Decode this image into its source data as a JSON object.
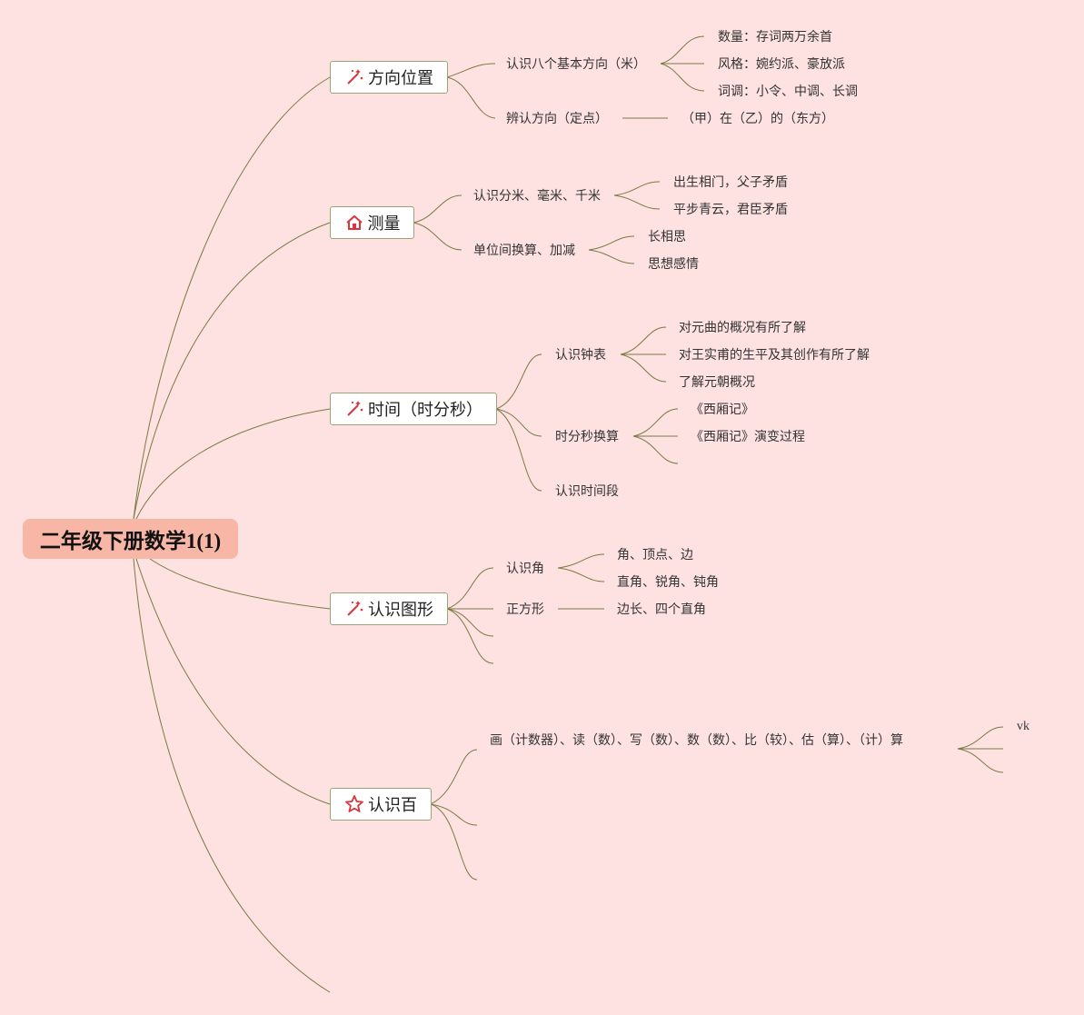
{
  "root": "二年级下册数学1(1)",
  "branches": [
    {
      "label": "方向位置",
      "icon": "magic-wand-icon",
      "children": [
        {
          "label": "认识八个基本方向（米）",
          "children": [
            "数量：存词两万余首",
            "风格：婉约派、豪放派",
            "词调：小令、中调、长调"
          ]
        },
        {
          "label": "辨认方向（定点）",
          "children": [
            "（甲）在（乙）的（东方）"
          ]
        }
      ]
    },
    {
      "label": "测量",
      "icon": "house-icon",
      "children": [
        {
          "label": "认识分米、毫米、千米",
          "children": [
            "出生相门，父子矛盾",
            "平步青云，君臣矛盾"
          ]
        },
        {
          "label": "单位间换算、加减",
          "children": [
            "长相思",
            "思想感情"
          ]
        }
      ]
    },
    {
      "label": "时间（时分秒）",
      "icon": "magic-wand-icon",
      "children": [
        {
          "label": "认识钟表",
          "children": [
            "对元曲的概况有所了解",
            "对王实甫的生平及其创作有所了解",
            "了解元朝概况"
          ]
        },
        {
          "label": "时分秒换算",
          "children": [
            "《西厢记》",
            "《西厢记》演变过程",
            ""
          ]
        },
        {
          "label": "认识时间段",
          "children": []
        }
      ]
    },
    {
      "label": "认识图形",
      "icon": "magic-wand-icon",
      "children": [
        {
          "label": "认识角",
          "children": [
            "角、顶点、边",
            "直角、锐角、钝角"
          ]
        },
        {
          "label": "正方形",
          "children": [
            "边长、四个直角"
          ]
        },
        {
          "label": "",
          "children": []
        },
        {
          "label": "",
          "children": []
        }
      ]
    },
    {
      "label": "认识百",
      "icon": "star-icon",
      "children": [
        {
          "label": "画（计数器）、读（数）、写（数）、数（数）、比（较）、估（算）、（计）算",
          "children": [
            "vk",
            "",
            ""
          ]
        },
        {
          "label": "",
          "children": []
        },
        {
          "label": "",
          "children": []
        }
      ]
    }
  ],
  "colors": {
    "background": "#fde2e1",
    "root_fill": "#f8b7a6",
    "branch_border": "#9aa27a",
    "connector": "#7a7a42",
    "icon_red": "#d9363e"
  }
}
